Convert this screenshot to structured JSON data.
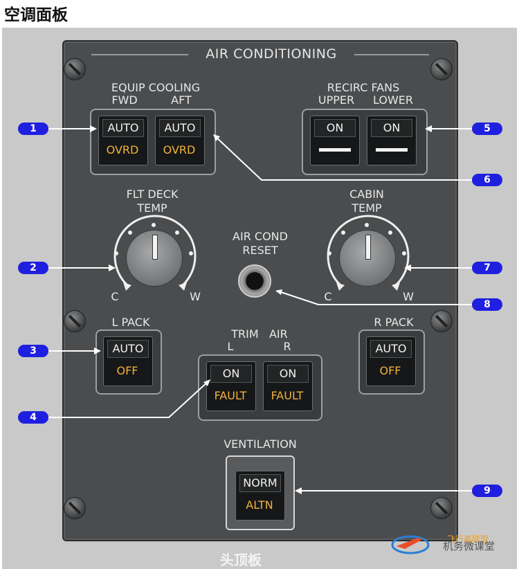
{
  "heading": "空调面板",
  "panel_title": "AIR CONDITIONING",
  "equip_cooling": {
    "title": "EQUIP COOLING",
    "left_label": "FWD",
    "right_label": "AFT",
    "fwd": {
      "top": "AUTO",
      "bottom": "OVRD"
    },
    "aft": {
      "top": "AUTO",
      "bottom": "OVRD"
    }
  },
  "recirc_fans": {
    "title": "RECIRC FANS",
    "left_label": "UPPER",
    "right_label": "LOWER",
    "upper": {
      "top": "ON"
    },
    "lower": {
      "top": "ON"
    }
  },
  "flt_deck_temp": {
    "line1": "FLT DECK",
    "line2": "TEMP",
    "cold": "C",
    "warm": "W"
  },
  "cabin_temp": {
    "line1": "CABIN",
    "line2": "TEMP",
    "cold": "C",
    "warm": "W"
  },
  "air_cond_reset": {
    "line1": "AIR COND",
    "line2": "RESET"
  },
  "l_pack": {
    "label": "L PACK",
    "top": "AUTO",
    "bottom": "OFF"
  },
  "r_pack": {
    "label": "R PACK",
    "top": "AUTO",
    "bottom": "OFF"
  },
  "trim_air": {
    "title": "TRIM   AIR",
    "left_label": "L",
    "right_label": "R",
    "l": {
      "top": "ON",
      "bottom": "FAULT"
    },
    "r": {
      "top": "ON",
      "bottom": "FAULT"
    }
  },
  "ventilation": {
    "label": "VENTILATION",
    "top": "NORM",
    "bottom": "ALTN"
  },
  "callouts": [
    "1",
    "2",
    "3",
    "4",
    "5",
    "6",
    "7",
    "8",
    "9"
  ],
  "footer": "头顶板",
  "watermark": {
    "text": "机务微课堂",
    "sub": "飞行者联盟"
  },
  "colors": {
    "callout": "#1f1fe0",
    "amber": "#f2b33c",
    "panel": "#4a4c4e"
  }
}
